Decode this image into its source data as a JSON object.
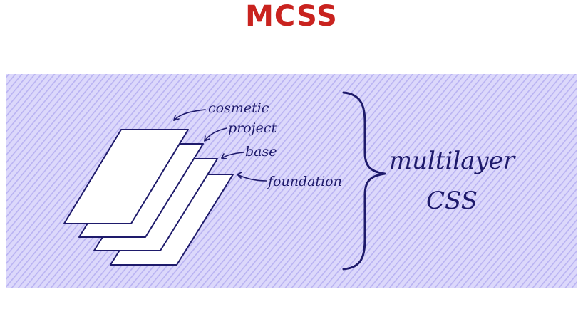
{
  "title": "MCSS",
  "colors": {
    "title": "#c9231f",
    "ink": "#1e1a6b",
    "hatch": "#b9b3f2",
    "hatch_light": "#dcd8fb",
    "background": "#ffffff"
  },
  "layers": [
    {
      "label": "cosmetic"
    },
    {
      "label": "project"
    },
    {
      "label": "base"
    },
    {
      "label": "foundation"
    }
  ],
  "group_label": {
    "line1": "multilayer",
    "line2": "CSS"
  },
  "brace": "curly-brace"
}
